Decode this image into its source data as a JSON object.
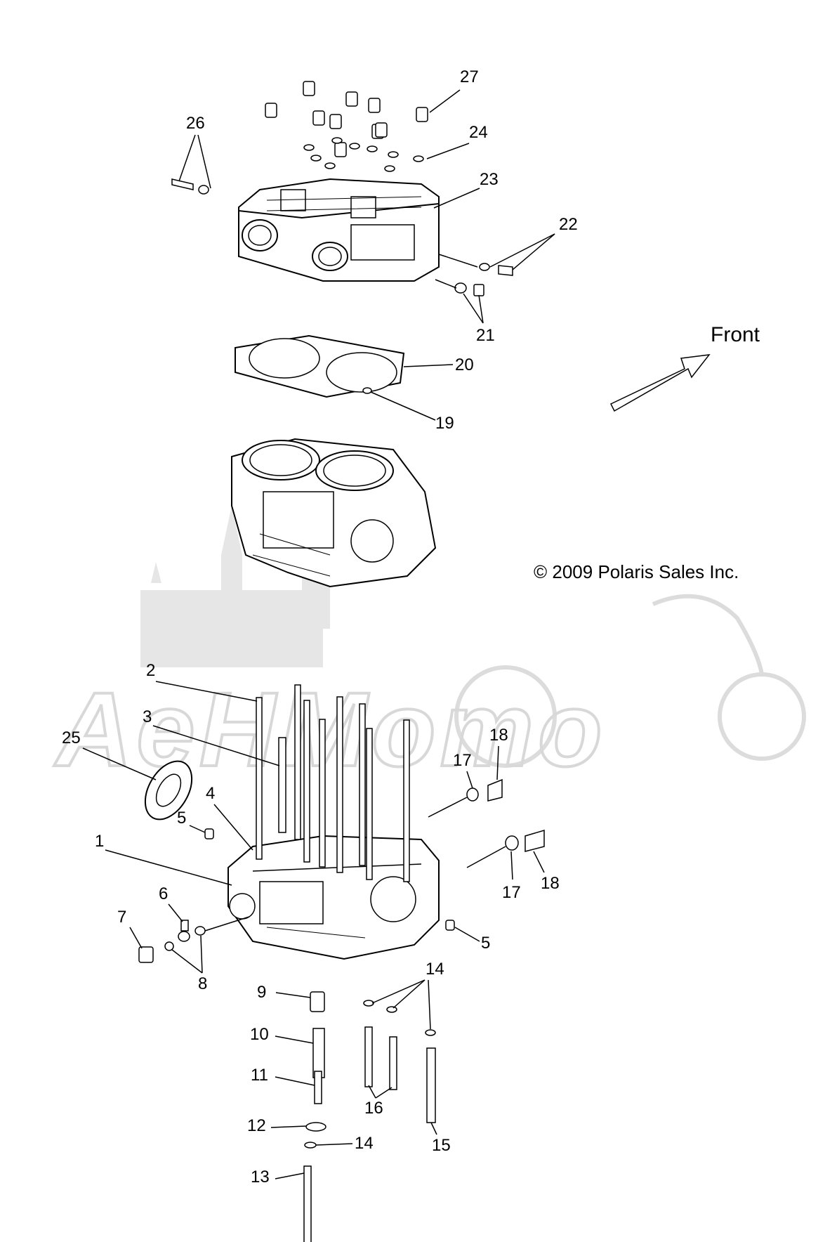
{
  "diagram": {
    "front_label": "Front",
    "copyright": "© 2009 Polaris Sales Inc.",
    "watermark": "AeHMomo",
    "callouts": [
      {
        "id": "c1",
        "label": "1"
      },
      {
        "id": "c2",
        "label": "2"
      },
      {
        "id": "c3",
        "label": "3"
      },
      {
        "id": "c4",
        "label": "4"
      },
      {
        "id": "c5a",
        "label": "5"
      },
      {
        "id": "c5b",
        "label": "5"
      },
      {
        "id": "c6",
        "label": "6"
      },
      {
        "id": "c7",
        "label": "7"
      },
      {
        "id": "c8",
        "label": "8"
      },
      {
        "id": "c9",
        "label": "9"
      },
      {
        "id": "c10",
        "label": "10"
      },
      {
        "id": "c11",
        "label": "11"
      },
      {
        "id": "c12",
        "label": "12"
      },
      {
        "id": "c13",
        "label": "13"
      },
      {
        "id": "c14a",
        "label": "14"
      },
      {
        "id": "c14b",
        "label": "14"
      },
      {
        "id": "c15",
        "label": "15"
      },
      {
        "id": "c16",
        "label": "16"
      },
      {
        "id": "c17a",
        "label": "17"
      },
      {
        "id": "c17b",
        "label": "17"
      },
      {
        "id": "c18a",
        "label": "18"
      },
      {
        "id": "c18b",
        "label": "18"
      },
      {
        "id": "c19",
        "label": "19"
      },
      {
        "id": "c20",
        "label": "20"
      },
      {
        "id": "c21",
        "label": "21"
      },
      {
        "id": "c22",
        "label": "22"
      },
      {
        "id": "c23",
        "label": "23"
      },
      {
        "id": "c24",
        "label": "24"
      },
      {
        "id": "c25",
        "label": "25"
      },
      {
        "id": "c26",
        "label": "26"
      },
      {
        "id": "c27",
        "label": "27"
      }
    ]
  }
}
